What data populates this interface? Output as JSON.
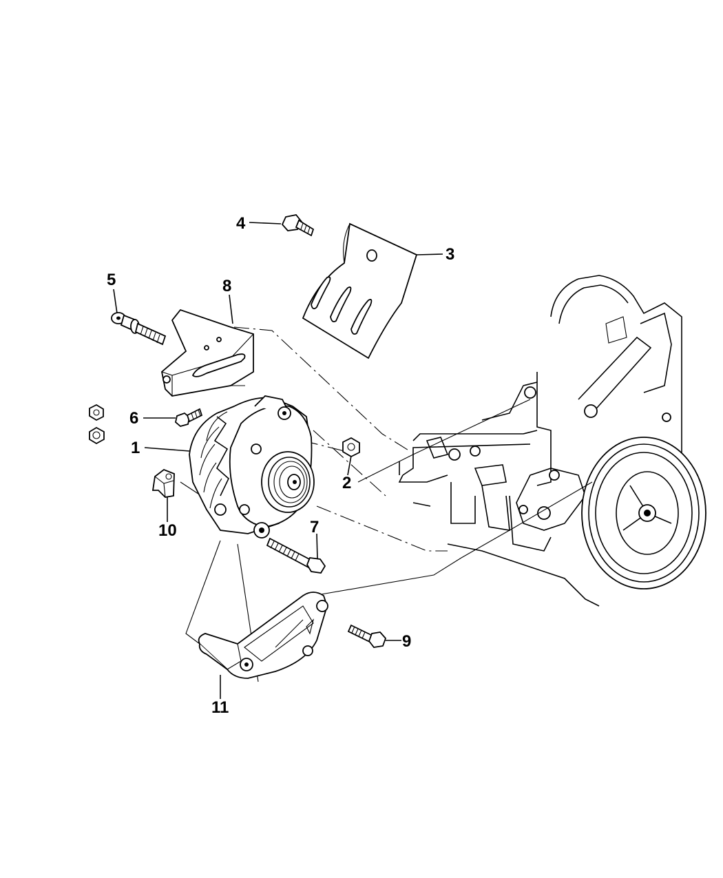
{
  "diagram": {
    "callouts": [
      {
        "id": "1",
        "label": "1"
      },
      {
        "id": "2",
        "label": "2"
      },
      {
        "id": "3",
        "label": "3"
      },
      {
        "id": "4",
        "label": "4"
      },
      {
        "id": "5",
        "label": "5"
      },
      {
        "id": "6",
        "label": "6"
      },
      {
        "id": "7",
        "label": "7"
      },
      {
        "id": "8",
        "label": "8"
      },
      {
        "id": "9",
        "label": "9"
      },
      {
        "id": "10",
        "label": "10"
      },
      {
        "id": "11",
        "label": "11"
      }
    ],
    "colors": {
      "ink": "#000000",
      "paper": "#ffffff"
    }
  }
}
